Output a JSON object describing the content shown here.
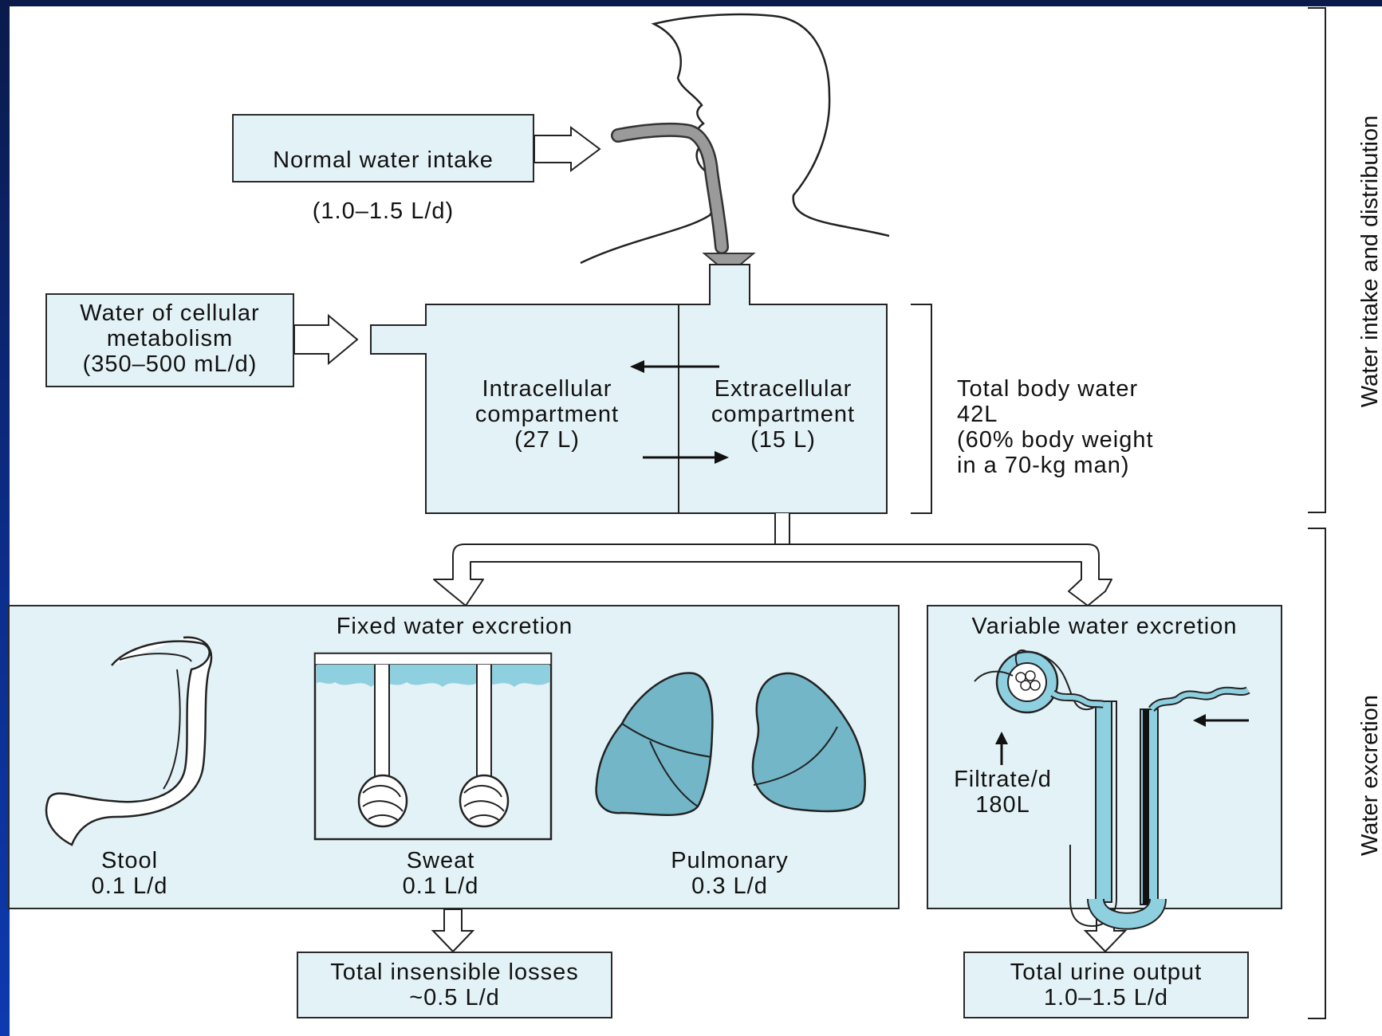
{
  "intake": {
    "title": "Normal water intake",
    "value": "(1.0–1.5 L/d)"
  },
  "metabolism": {
    "text": "Water of cellular\nmetabolism\n(350–500 mL/d)"
  },
  "intracellular": {
    "text": "Intracellular\ncompartment\n(27 L)"
  },
  "extracellular": {
    "text": "Extracellular\ncompartment\n(15 L)"
  },
  "total_body_water": {
    "text": "Total body water\n42L\n(60% body weight\nin a 70-kg man)"
  },
  "fixed_excretion": {
    "title": "Fixed water excretion",
    "stool": "Stool\n0.1 L/d",
    "sweat": "Sweat\n0.1 L/d",
    "pulmonary": "Pulmonary\n0.3 L/d"
  },
  "variable_excretion": {
    "title": "Variable water excretion",
    "filtrate": "Filtrate/d\n180L"
  },
  "insensible_losses": {
    "text": "Total insensible losses\n~0.5 L/d"
  },
  "urine_output": {
    "text": "Total urine output\n1.0–1.5 L/d"
  },
  "side_labels": {
    "top": "Water intake and distribution",
    "bottom": "Water excretion"
  },
  "colors": {
    "box_fill": "#e3f2f7",
    "organ_fill": "#72b6c8",
    "arrow_gray": "#9a9a9a",
    "slide_frame": "#0c2d8a"
  }
}
